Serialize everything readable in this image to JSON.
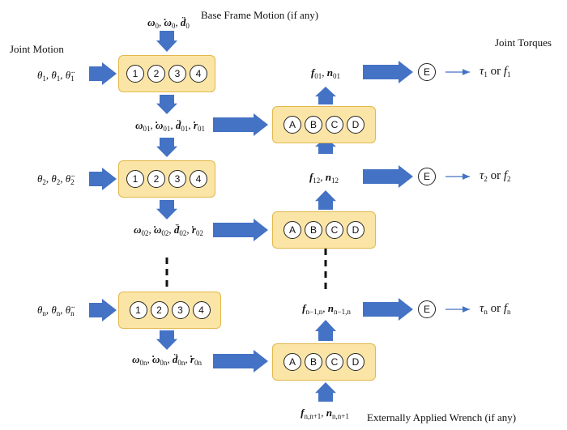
{
  "headings": {
    "base_frame": "Base Frame Motion (if any)",
    "joint_motion": "Joint Motion",
    "joint_torques": "Joint Torques",
    "external_wrench": "Externally Applied Wrench (if any)"
  },
  "forward_box_steps": [
    "1",
    "2",
    "3",
    "4"
  ],
  "backward_box_steps": [
    "A",
    "B",
    "C",
    "D"
  ],
  "output_step": "E",
  "base_motion": {
    "omega": "ω",
    "sub": "0"
  },
  "joint_inputs": [
    {
      "sym": "θ",
      "sub": "1"
    },
    {
      "sym": "θ",
      "sub": "2"
    },
    {
      "sym": "θ",
      "sub": "n"
    }
  ],
  "velocity_rows": [
    {
      "omega": "ω",
      "sub": "01",
      "r": "r"
    },
    {
      "omega": "ω",
      "sub": "02",
      "r": "r"
    },
    {
      "omega": "ω",
      "sub": "0n",
      "r": "r"
    }
  ],
  "force_rows": [
    {
      "f": "f",
      "n": "n",
      "sub": "01"
    },
    {
      "f": "f",
      "n": "n",
      "sub": "12"
    },
    {
      "f": "f",
      "n": "n",
      "sub": "n−1,n"
    }
  ],
  "external_force": {
    "f": "f",
    "n": "n",
    "sub": "n,n+1"
  },
  "torques": [
    {
      "tau": "τ",
      "f": "f",
      "sub": "1",
      "or": "or"
    },
    {
      "tau": "τ",
      "f": "f",
      "sub": "2",
      "or": "or"
    },
    {
      "tau": "τ",
      "f": "f",
      "sub": "n",
      "or": "or"
    }
  ],
  "colors": {
    "arrow": "#4472c4",
    "box_fill": "#fbe5a6",
    "box_border": "#e2b84b"
  }
}
